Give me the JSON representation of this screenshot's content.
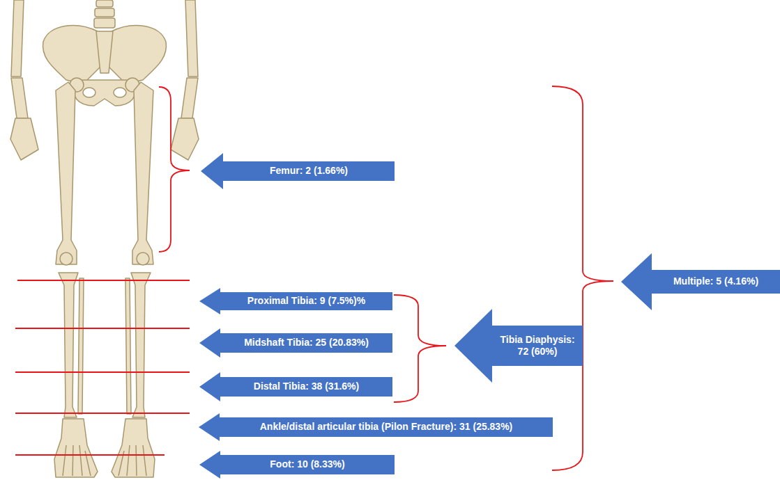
{
  "diagram": {
    "nodes": [
      {
        "text": [
          "Femur: 2 (1.66%)"
        ]
      },
      {
        "text": [
          "Proximal Tibia: 9 (7.5%)%"
        ]
      },
      {
        "text": [
          "Midshaft Tibia: 25 (20.83%)"
        ]
      },
      {
        "text": [
          "Distal Tibia: 38 (31.6%)"
        ]
      },
      {
        "text": [
          "Ankle/distal articular tibia (Pilon Fracture): 31 (25.83%)"
        ]
      },
      {
        "text": [
          "Foot: 10 (8.33%)"
        ]
      },
      {
        "text": [
          "Tibia Diaphysis: 72 (60%)"
        ]
      },
      {
        "text": [
          "Multiple: 5 (4.16%)"
        ]
      }
    ]
  }
}
